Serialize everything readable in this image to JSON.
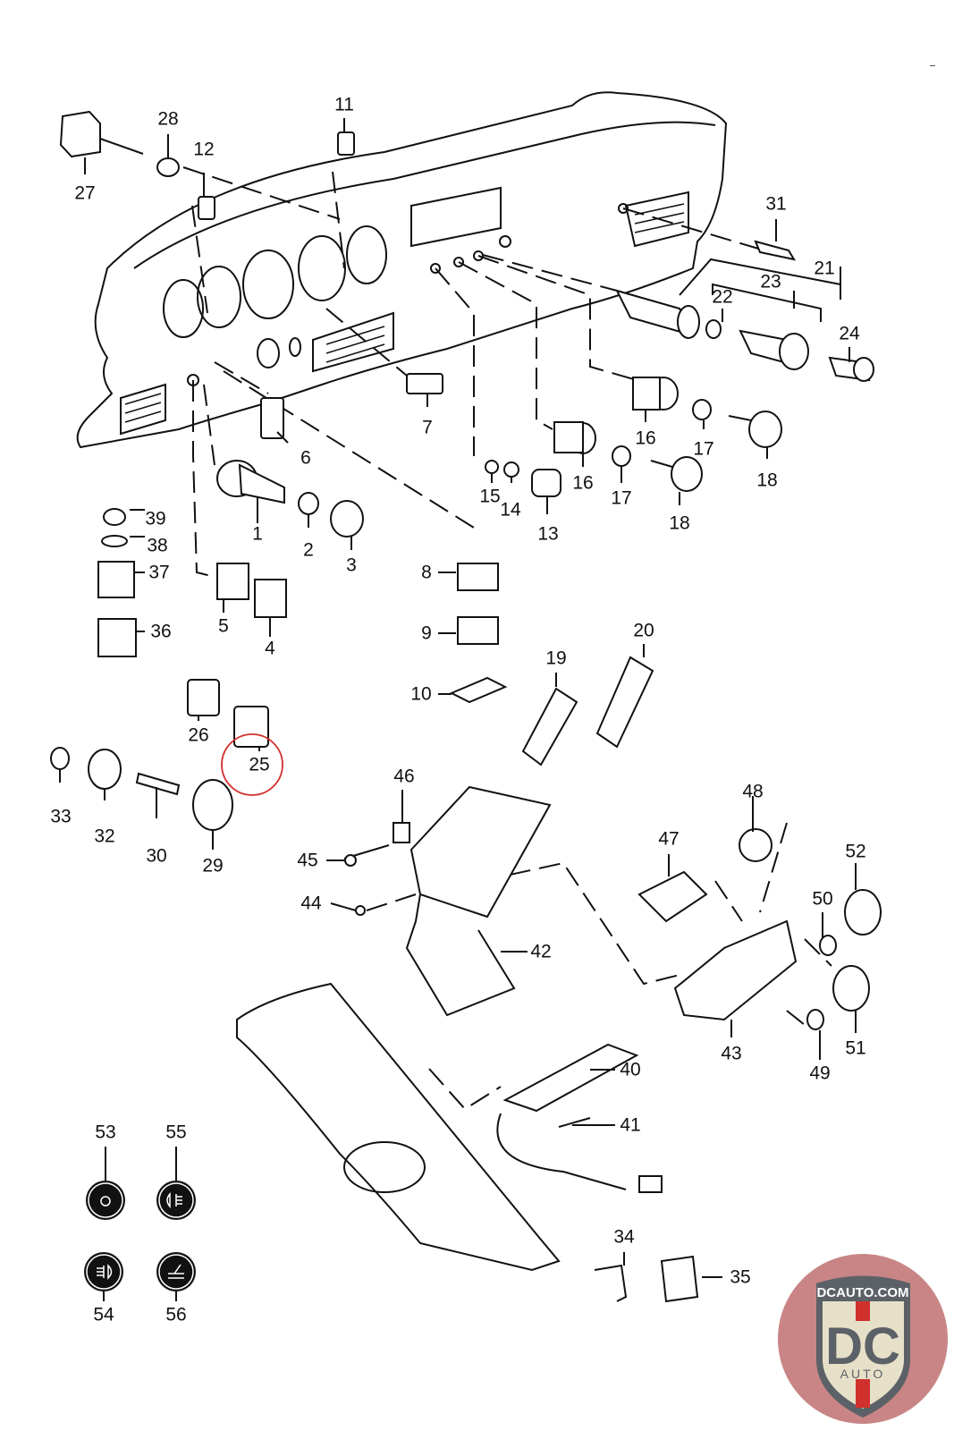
{
  "diagram": {
    "title": "Dashboard / center console switches exploded parts diagram",
    "highlight_color": "#d0312d",
    "highlighted_part": "25",
    "callouts": [
      {
        "id": "1",
        "label": "1"
      },
      {
        "id": "2",
        "label": "2"
      },
      {
        "id": "3",
        "label": "3"
      },
      {
        "id": "4",
        "label": "4"
      },
      {
        "id": "5",
        "label": "5"
      },
      {
        "id": "6",
        "label": "6"
      },
      {
        "id": "7",
        "label": "7"
      },
      {
        "id": "8",
        "label": "8"
      },
      {
        "id": "9",
        "label": "9"
      },
      {
        "id": "10",
        "label": "10"
      },
      {
        "id": "11",
        "label": "11"
      },
      {
        "id": "12",
        "label": "12"
      },
      {
        "id": "13",
        "label": "13"
      },
      {
        "id": "14",
        "label": "14"
      },
      {
        "id": "15",
        "label": "15"
      },
      {
        "id": "16a",
        "label": "16"
      },
      {
        "id": "16b",
        "label": "16"
      },
      {
        "id": "17a",
        "label": "17"
      },
      {
        "id": "17b",
        "label": "17"
      },
      {
        "id": "18a",
        "label": "18"
      },
      {
        "id": "18b",
        "label": "18"
      },
      {
        "id": "19",
        "label": "19"
      },
      {
        "id": "20",
        "label": "20"
      },
      {
        "id": "21",
        "label": "21"
      },
      {
        "id": "22",
        "label": "22"
      },
      {
        "id": "23",
        "label": "23"
      },
      {
        "id": "24",
        "label": "24"
      },
      {
        "id": "25",
        "label": "25"
      },
      {
        "id": "26",
        "label": "26"
      },
      {
        "id": "27",
        "label": "27"
      },
      {
        "id": "28",
        "label": "28"
      },
      {
        "id": "29",
        "label": "29"
      },
      {
        "id": "30",
        "label": "30"
      },
      {
        "id": "31",
        "label": "31"
      },
      {
        "id": "32",
        "label": "32"
      },
      {
        "id": "33",
        "label": "33"
      },
      {
        "id": "34",
        "label": "34"
      },
      {
        "id": "35",
        "label": "35"
      },
      {
        "id": "36",
        "label": "36"
      },
      {
        "id": "37",
        "label": "37"
      },
      {
        "id": "38",
        "label": "38"
      },
      {
        "id": "39",
        "label": "39"
      },
      {
        "id": "40",
        "label": "40"
      },
      {
        "id": "41",
        "label": "41"
      },
      {
        "id": "42",
        "label": "42"
      },
      {
        "id": "43",
        "label": "43"
      },
      {
        "id": "44",
        "label": "44"
      },
      {
        "id": "45",
        "label": "45"
      },
      {
        "id": "46",
        "label": "46"
      },
      {
        "id": "47",
        "label": "47"
      },
      {
        "id": "48",
        "label": "48"
      },
      {
        "id": "49",
        "label": "49"
      },
      {
        "id": "50",
        "label": "50"
      },
      {
        "id": "51",
        "label": "51"
      },
      {
        "id": "52",
        "label": "52"
      },
      {
        "id": "53",
        "label": "53"
      },
      {
        "id": "54",
        "label": "54"
      },
      {
        "id": "55",
        "label": "55"
      },
      {
        "id": "56",
        "label": "56"
      }
    ],
    "symbol_icons": [
      {
        "part": "53",
        "icon": "interior-light-symbol-icon"
      },
      {
        "part": "55",
        "icon": "fog-light-front-symbol-icon"
      },
      {
        "part": "54",
        "icon": "rear-fog-light-symbol-icon"
      },
      {
        "part": "56",
        "icon": "wiper-symbol-icon"
      }
    ]
  },
  "logo": {
    "top_text": "DCAUTO.COM",
    "main_text": "DC",
    "sub_text": "AUTO",
    "colors": {
      "circle": "#c98585",
      "shield": "#e6e0c8",
      "letters": "#5c6168",
      "stripe": "#d0312d"
    }
  }
}
